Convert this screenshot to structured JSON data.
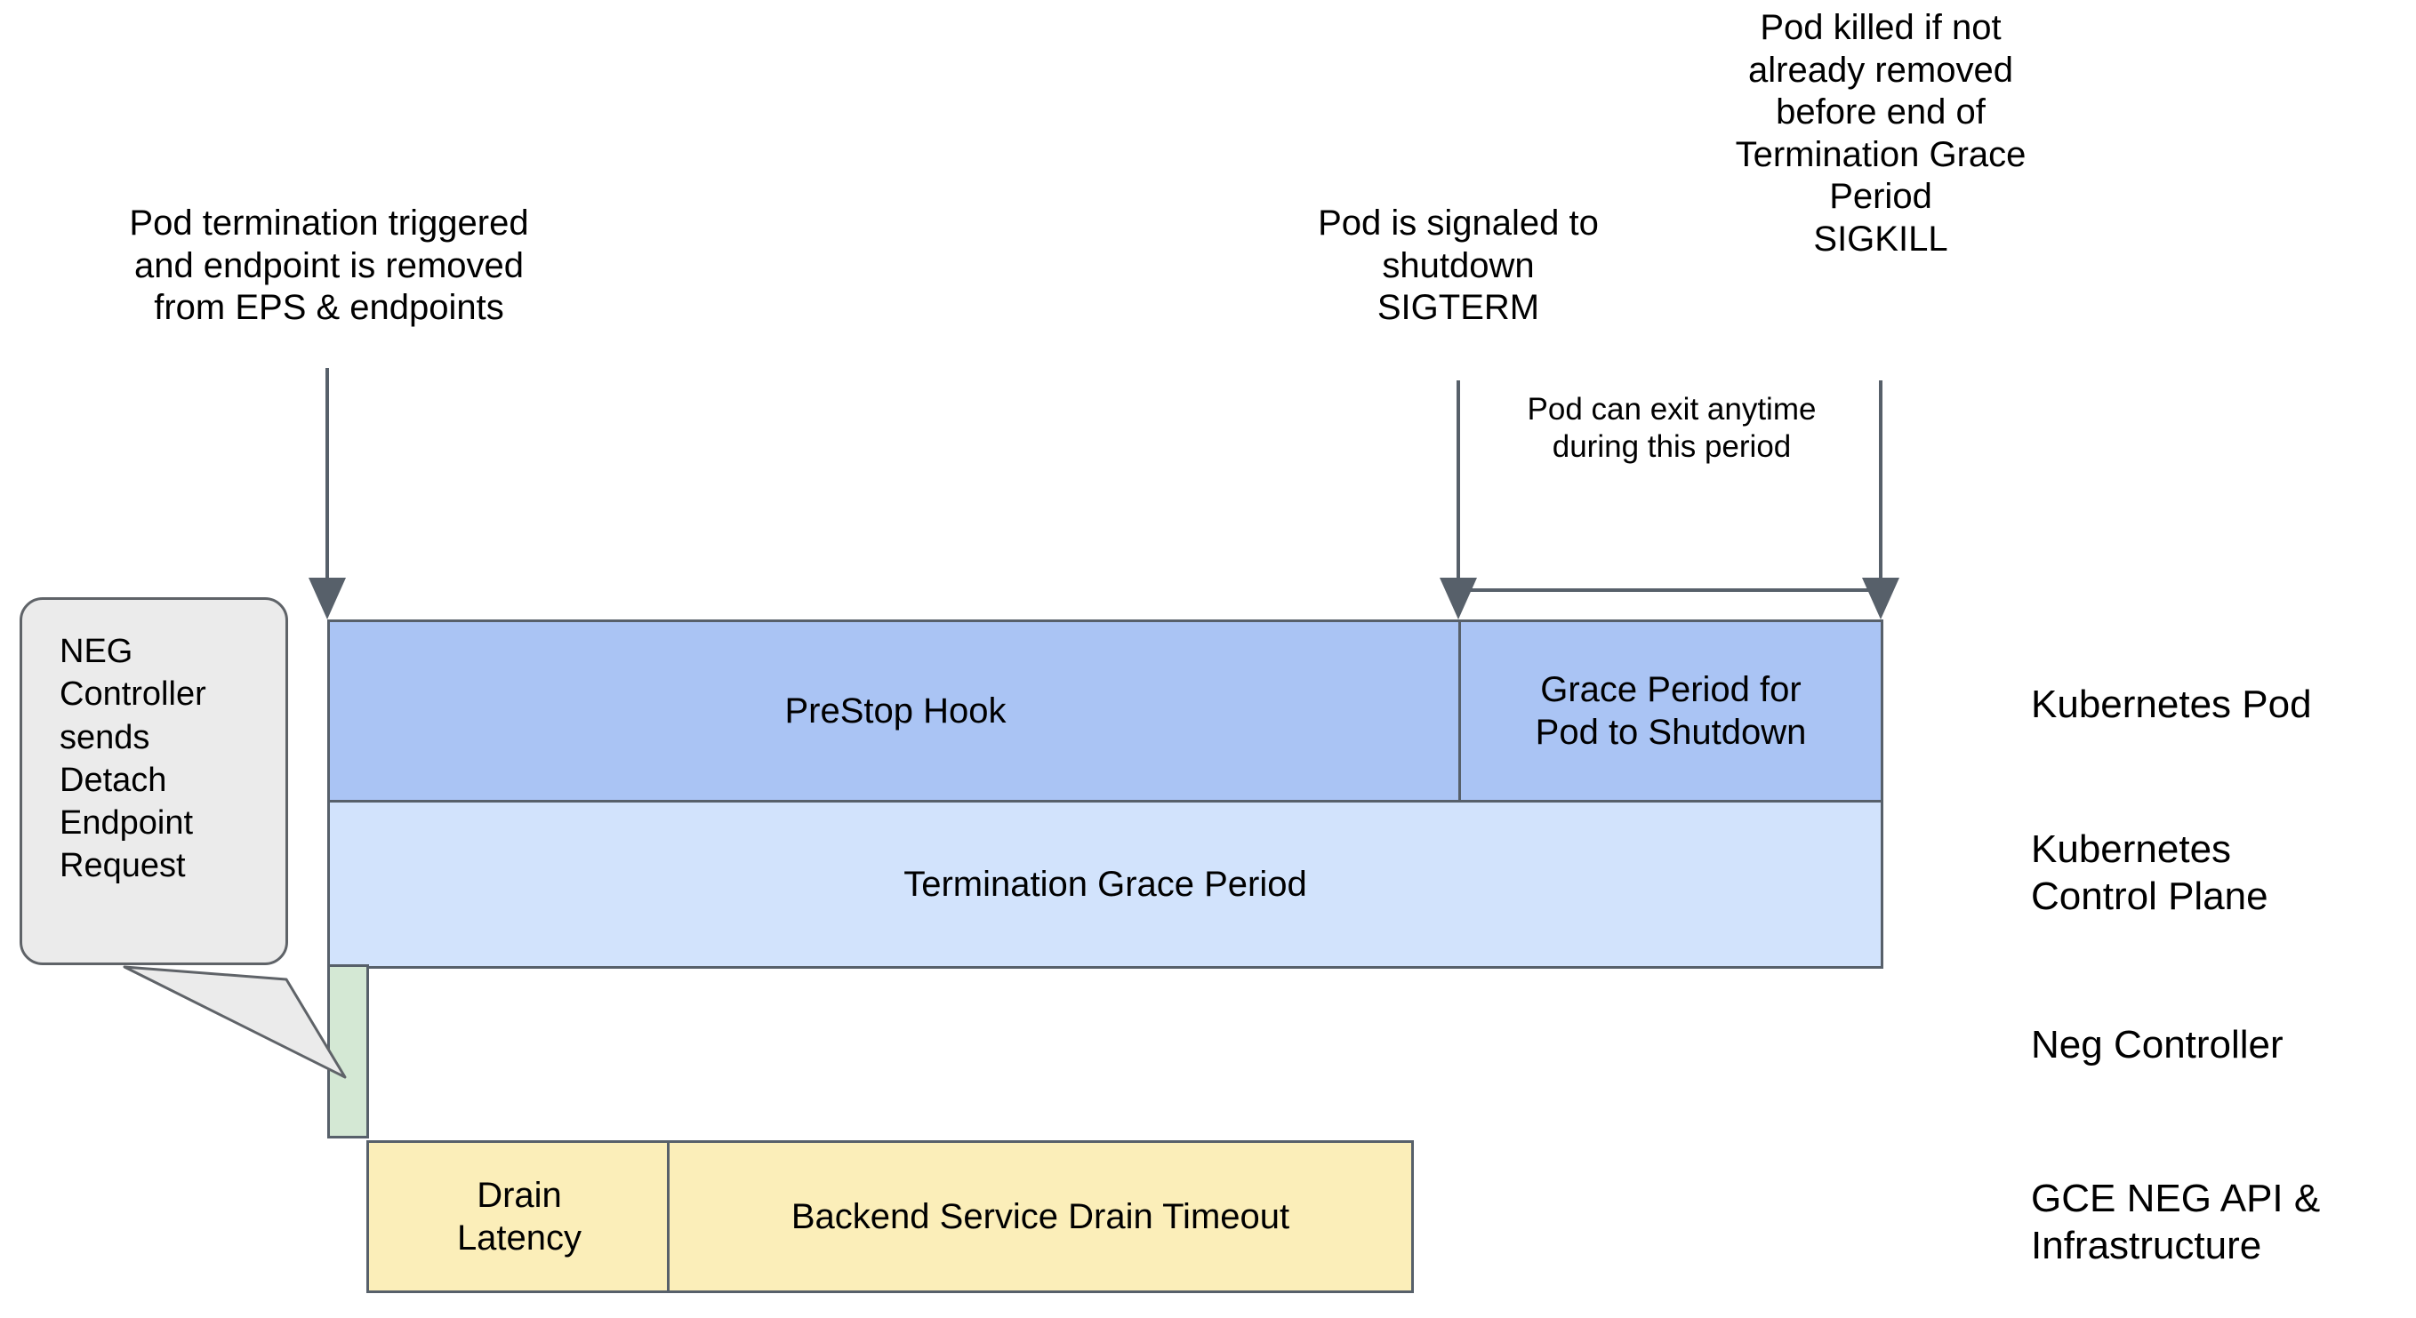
{
  "diagram": {
    "title_present": false,
    "annotations": {
      "termination_trigger": "Pod termination triggered\nand endpoint is removed\nfrom EPS & endpoints",
      "sigterm": "Pod is signaled to\nshutdown\nSIGTERM",
      "sigkill": "Pod killed if not\nalready removed\nbefore end of\nTermination Grace\nPeriod\nSIGKILL",
      "exit_anytime": "Pod can exit anytime\nduring this period"
    },
    "callout": {
      "text": "NEG\nController\nsends\nDetach\nEndpoint\nRequest"
    },
    "bars": {
      "prestop_hook": "PreStop Hook",
      "grace_period": "Grace Period for\nPod to Shutdown",
      "termination_grace_period": "Termination Grace Period",
      "neg_controller": "",
      "drain_latency": "Drain\nLatency",
      "backend_service_drain_timeout": "Backend Service Drain Timeout"
    },
    "lanes": {
      "kubernetes_pod": "Kubernetes Pod",
      "kubernetes_control_plane": "Kubernetes\nControl Plane",
      "neg_controller": "Neg Controller",
      "gce_neg_api": "GCE NEG API &\nInfrastructure"
    },
    "colors": {
      "prestop_fill": "#aac4f4",
      "grace_fill": "#aac4f4",
      "tgp_fill": "#d2e3fc",
      "neg_fill": "#d4e8d4",
      "yellow_fill": "#fbeeb9",
      "stroke": "#57606a",
      "callout_fill": "#ebebeb",
      "callout_stroke": "#5f6368",
      "text": "#000000",
      "background": "#ffffff"
    }
  }
}
